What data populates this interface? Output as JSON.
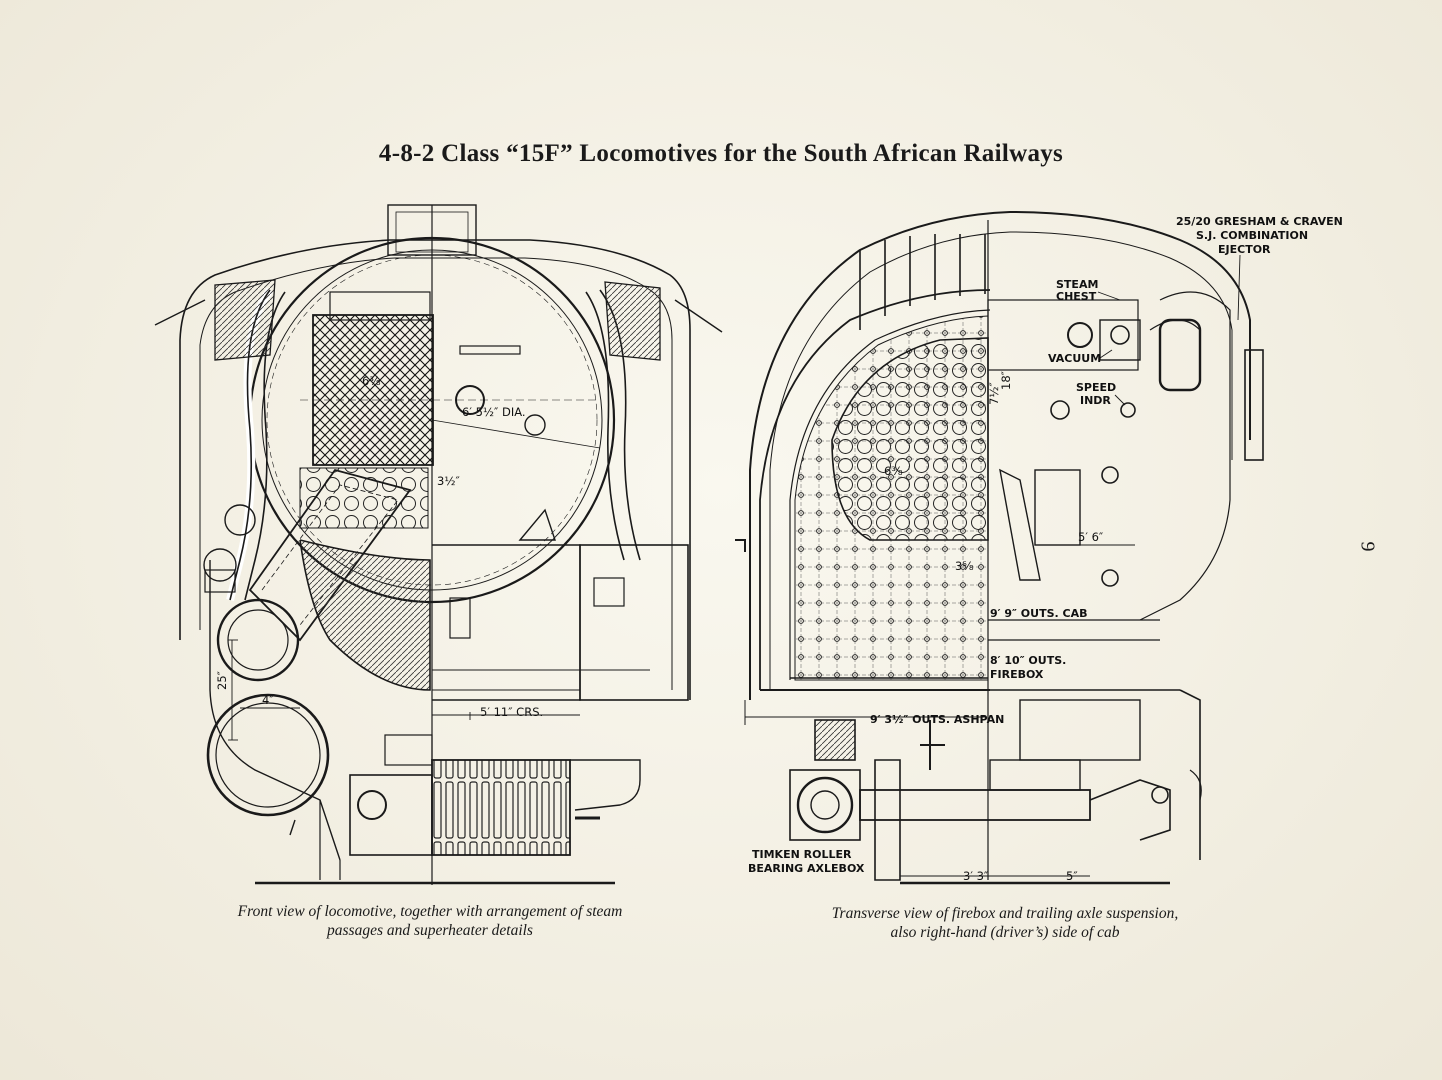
{
  "title": "4-8-2 Class “15F” Locomotives for the South African Railways",
  "page_number": "9",
  "front_view": {
    "caption_line1": "Front view of locomotive, together with arrangement of steam",
    "caption_line2": "passages and superheater details",
    "dims": {
      "boiler_dia": "6′ 5½″ DIA.",
      "crs": "5′ 11″ CRS.",
      "d25": "25″",
      "d4": "4″",
      "d3half": "3½″",
      "d6_3_8": "6⅜"
    }
  },
  "transverse_view": {
    "caption_line1": "Transverse view of firebox and trailing axle suspension,",
    "caption_line2": "also right-hand (driver’s) side of cab",
    "labels": {
      "ejector_line1": "25/20 GRESHAM & CRAVEN",
      "ejector_line2": "S.J. COMBINATION",
      "ejector_line3": "EJECTOR",
      "steam_chest_1": "STEAM",
      "steam_chest_2": "CHEST",
      "vacuum": "VACUUM",
      "speed_1": "SPEED",
      "speed_2": "INDR",
      "cab": "9′ 9″ OUTS. CAB",
      "firebox_1": "8′ 10″ OUTS.",
      "firebox_2": "FIREBOX",
      "ashpan": "9′ 3½″ OUTS. ASHPAN",
      "axlebox_1": "TIMKEN ROLLER",
      "axlebox_2": "BEARING AXLEBOX",
      "d5_6": "5′ 6″",
      "d3_3": "3′ 3″",
      "d5": "5″",
      "d18": "18″",
      "d7half": "7½″",
      "d6_3_8": "6⅜",
      "d3_5_8": "3⅝"
    }
  },
  "colors": {
    "paper": "#f3efe2",
    "ink": "#1a1a1a"
  }
}
